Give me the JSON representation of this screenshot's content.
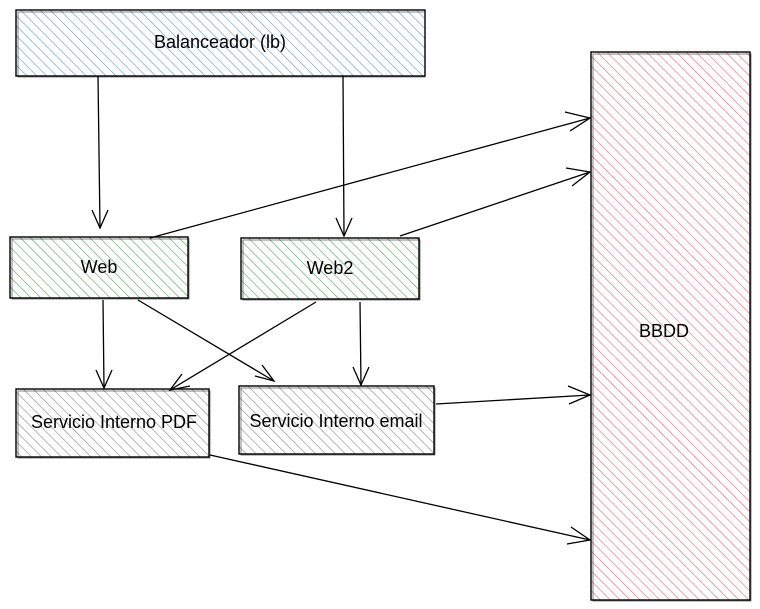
{
  "nodes": {
    "balanceador": {
      "label": "Balanceador (lb)",
      "color": "#5b9bd5"
    },
    "web": {
      "label": "Web",
      "color": "#4caf50"
    },
    "web2": {
      "label": "Web2",
      "color": "#4caf50"
    },
    "pdf": {
      "label": "Servicio Interno PDF",
      "color": "#8a8a8a"
    },
    "email": {
      "label": "Servicio Interno email",
      "color": "#8a8a8a"
    },
    "bbdd": {
      "label": "BBDD",
      "color": "#e86b74"
    }
  },
  "edges": [
    {
      "from": "balanceador",
      "to": "web"
    },
    {
      "from": "balanceador",
      "to": "web2"
    },
    {
      "from": "web",
      "to": "bbdd"
    },
    {
      "from": "web2",
      "to": "bbdd"
    },
    {
      "from": "web",
      "to": "pdf"
    },
    {
      "from": "web",
      "to": "email"
    },
    {
      "from": "web2",
      "to": "pdf"
    },
    {
      "from": "web2",
      "to": "email"
    },
    {
      "from": "email",
      "to": "bbdd"
    },
    {
      "from": "pdf",
      "to": "bbdd"
    }
  ]
}
